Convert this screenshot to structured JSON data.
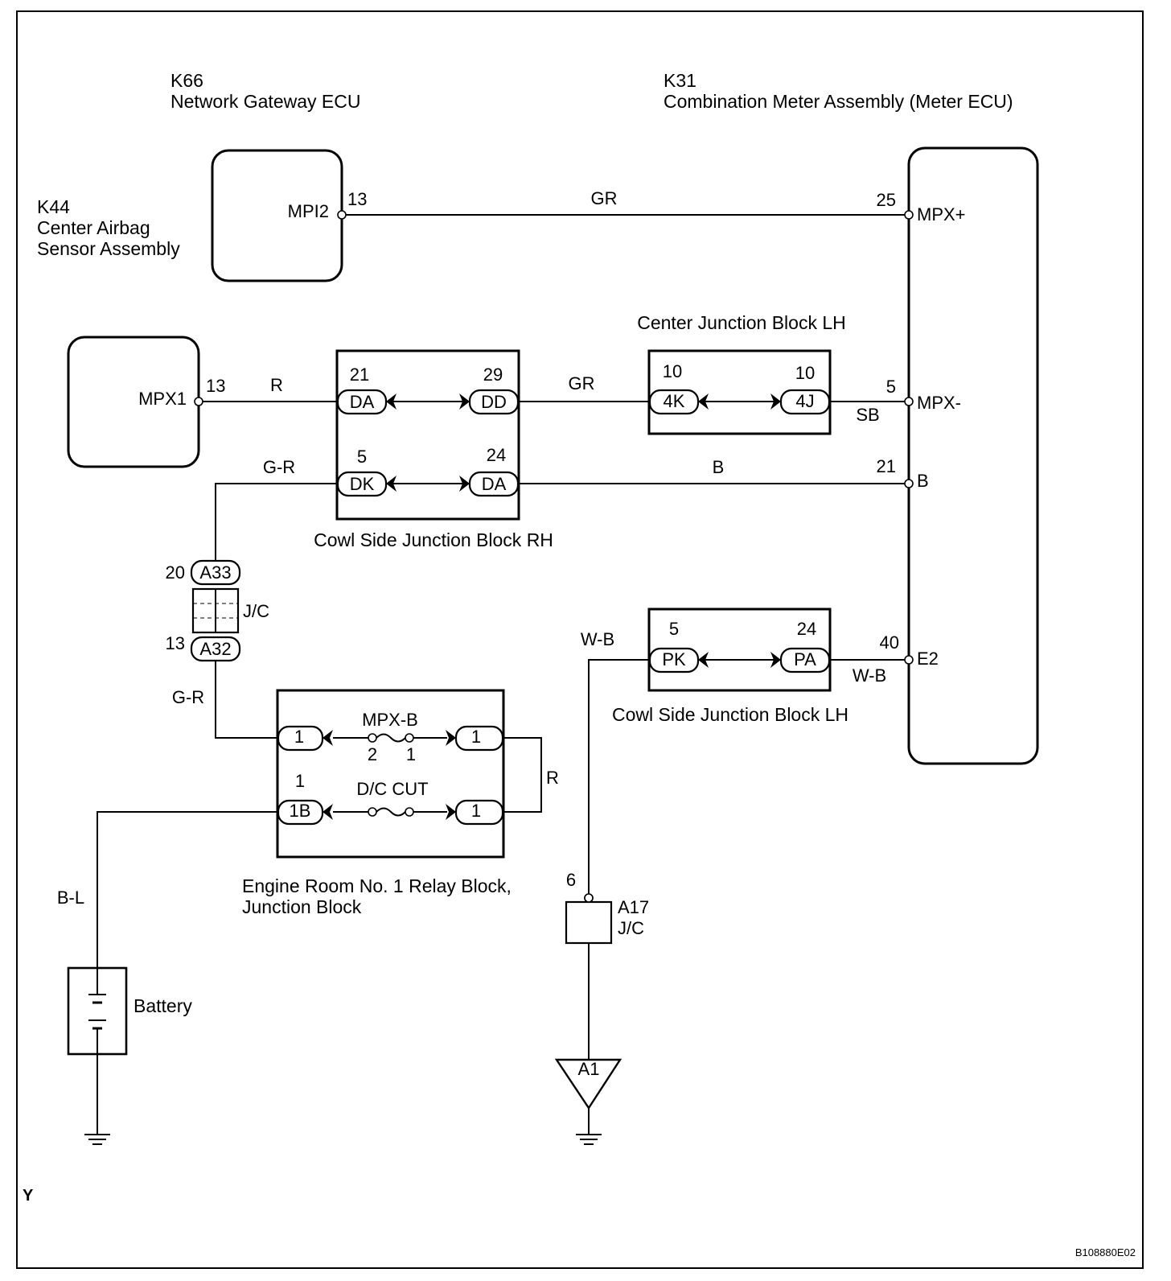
{
  "components": {
    "gateway_ecu": {
      "code": "K66",
      "name": "Network Gateway ECU",
      "pin_name": "MPI2",
      "pin": "13"
    },
    "combination_meter": {
      "code": "K31",
      "name": "Combination Meter Assembly (Meter ECU)",
      "pins": [
        {
          "num": "25",
          "name": "MPX+"
        },
        {
          "num": "5",
          "name": "MPX-"
        },
        {
          "num": "21",
          "name": "B"
        },
        {
          "num": "40",
          "name": "E2"
        }
      ]
    },
    "airbag_sensor": {
      "code": "K44",
      "name_line1": "Center Airbag",
      "name_line2": "Sensor Assembly",
      "pin_name": "MPX1",
      "pin": "13"
    },
    "center_jb_lh": {
      "name": "Center Junction Block LH",
      "left_pin": "10",
      "left_conn": "4K",
      "right_pin": "10",
      "right_conn": "4J"
    },
    "cowl_jb_rh": {
      "name": "Cowl Side Junction Block RH",
      "top_left_pin": "21",
      "top_left_conn": "DA",
      "top_right_pin": "29",
      "top_right_conn": "DD",
      "bottom_left_pin": "5",
      "bottom_left_conn": "DK",
      "bottom_right_pin": "24",
      "bottom_right_conn": "DA"
    },
    "cowl_jb_lh": {
      "name": "Cowl Side Junction Block LH",
      "left_pin": "5",
      "left_conn": "PK",
      "right_pin": "24",
      "right_conn": "PA"
    },
    "jc_a33_a32": {
      "label": "J/C",
      "top_pin": "20",
      "top_conn": "A33",
      "bottom_pin": "13",
      "bottom_conn": "A32"
    },
    "relay_block": {
      "name_line1": "Engine Room No. 1 Relay Block,",
      "name_line2": "Junction Block",
      "fuse1": "MPX-B",
      "fuse1_pin_left": "2",
      "fuse1_pin_right": "1",
      "fuse2": "D/C CUT",
      "conn_1": "1",
      "conn_1b": "1B",
      "conn_1b_pin": "1"
    },
    "jc_a17": {
      "pin": "6",
      "code": "A17",
      "label": "J/C"
    },
    "ground_a1": {
      "code": "A1"
    },
    "battery": {
      "label": "Battery"
    }
  },
  "wires": {
    "gr_top": "GR",
    "r_airbag": "R",
    "gr_mid": "GR",
    "sb": "SB",
    "g_r_1": "G-R",
    "b": "B",
    "g_r_2": "G-R",
    "w_b_left": "W-B",
    "w_b_right": "W-B",
    "r_relay": "R",
    "b_l": "B-L"
  },
  "footer": {
    "corner_letter": "Y",
    "figure_id": "B108880E02"
  }
}
